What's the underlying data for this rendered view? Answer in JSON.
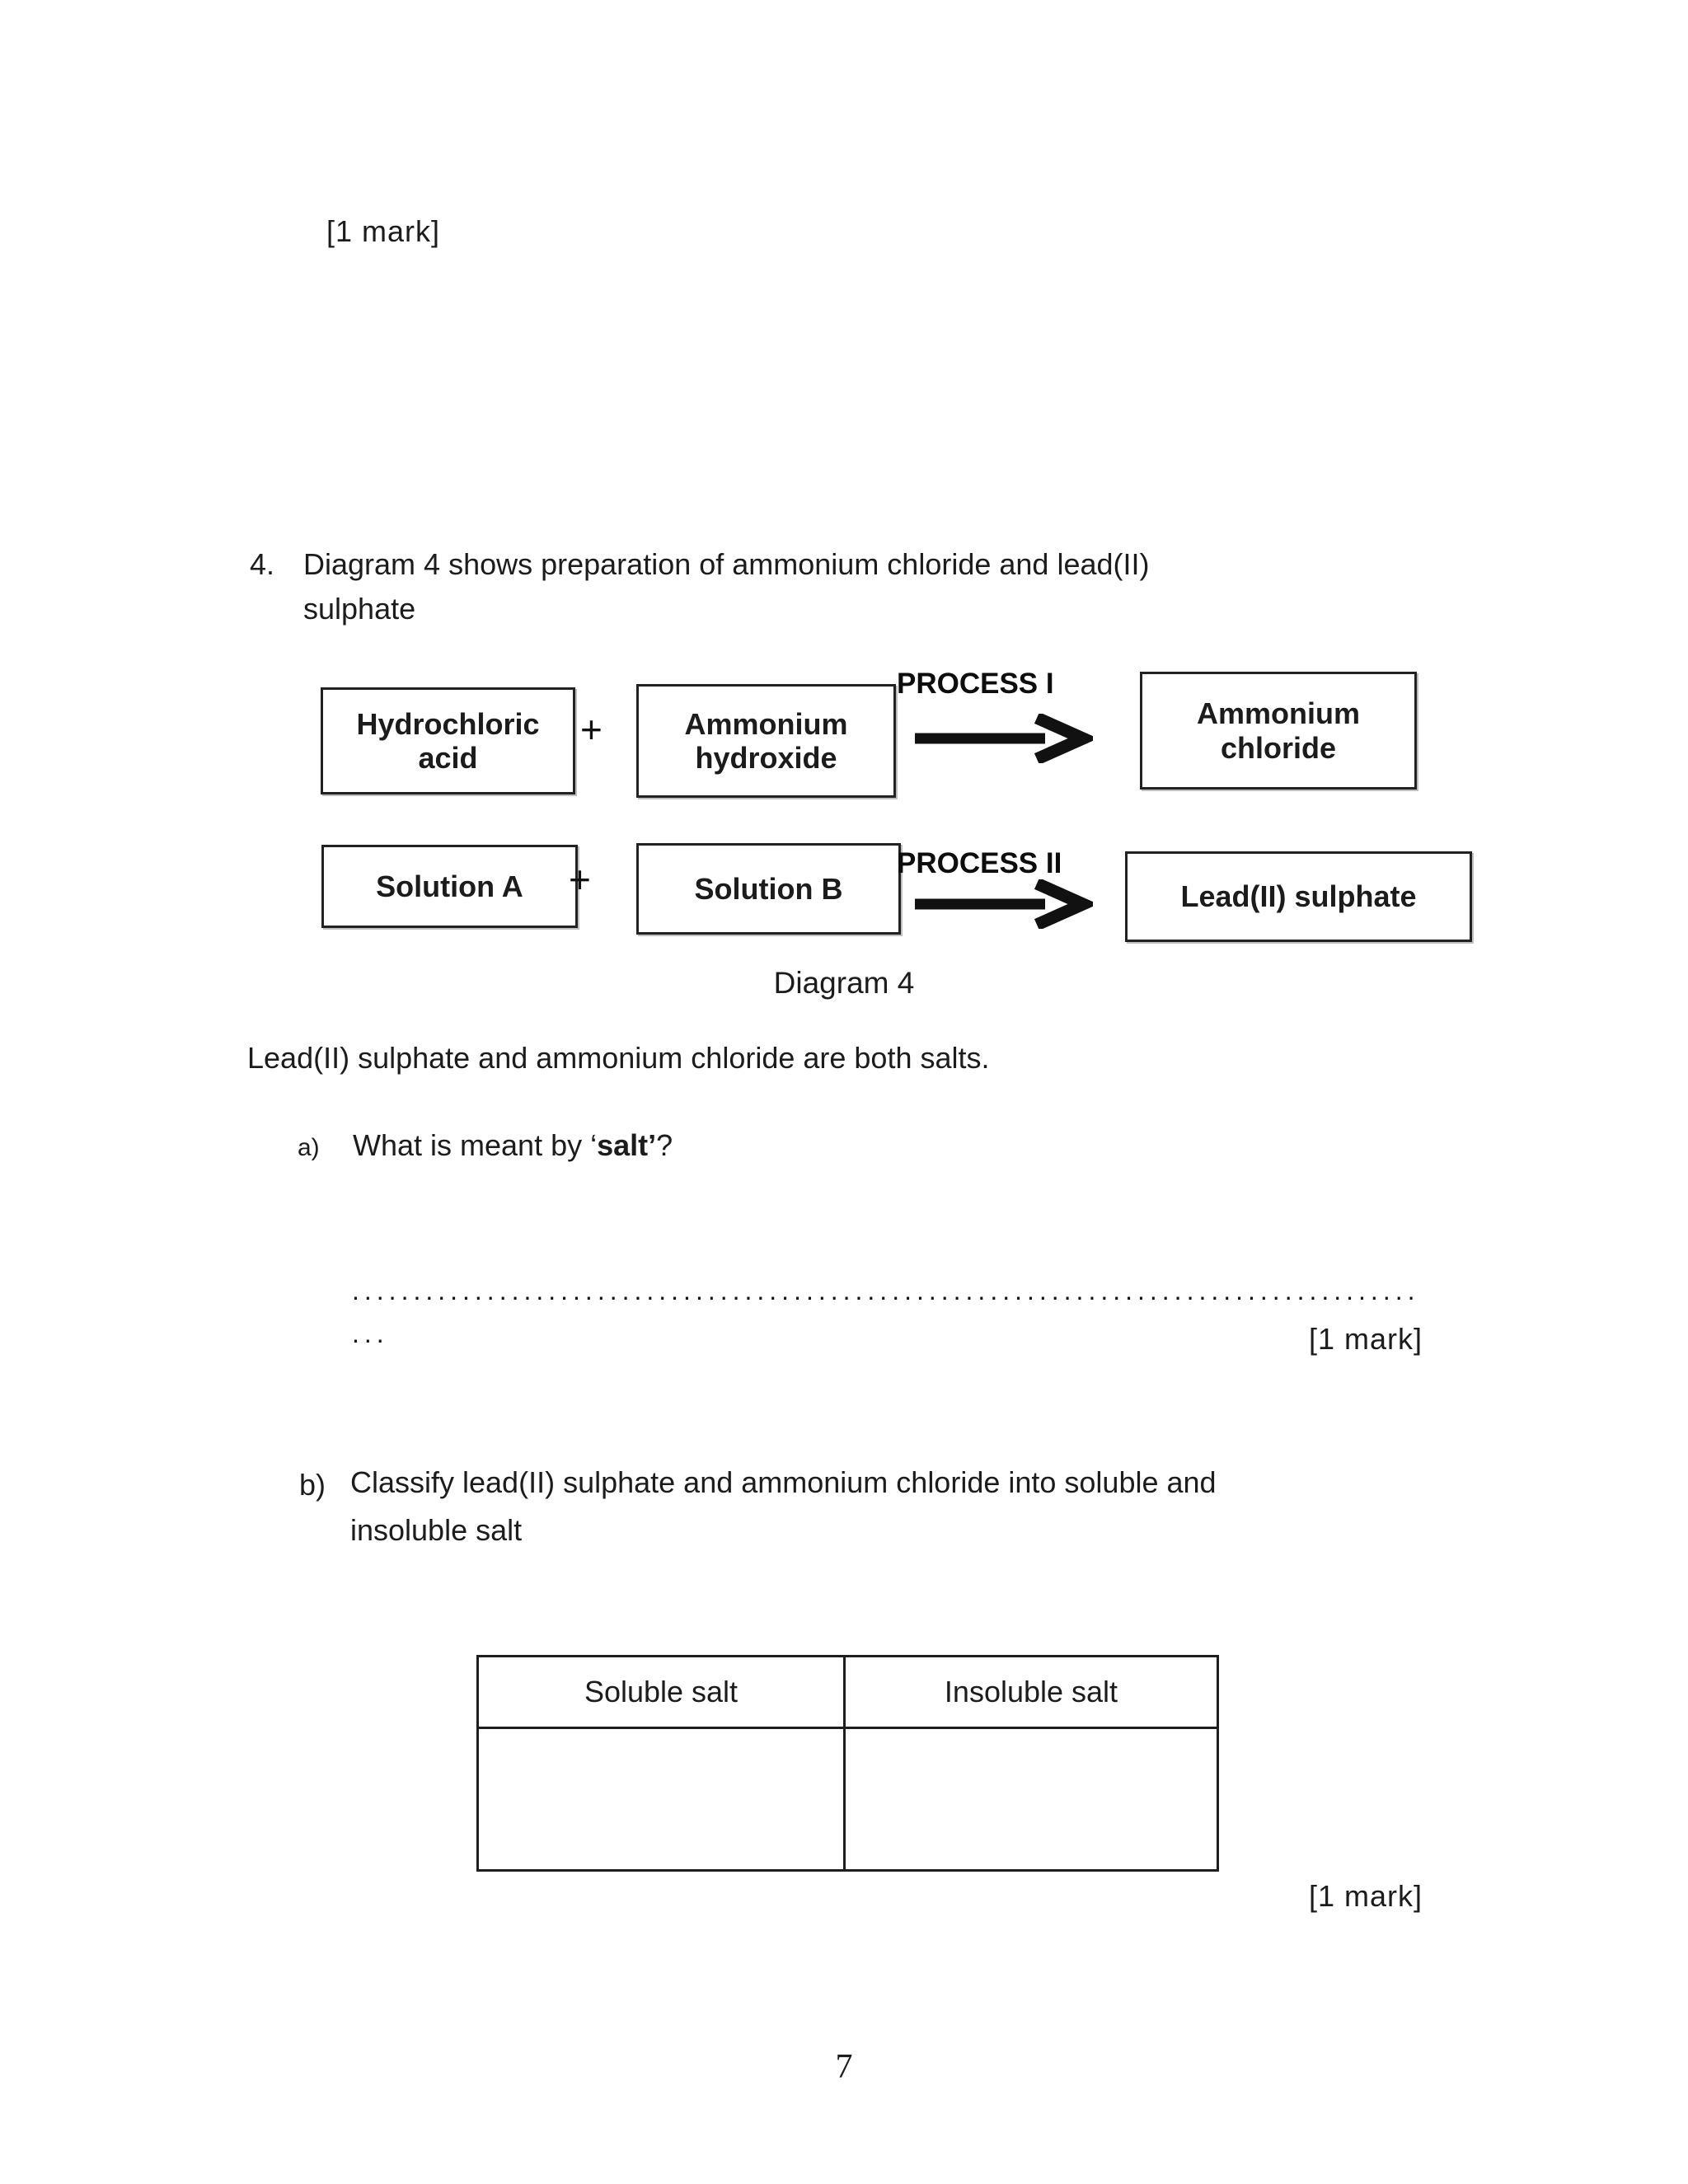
{
  "marks": {
    "top": "[1 mark]",
    "part_a": "[1 mark]",
    "part_b": "[1 mark]"
  },
  "question": {
    "number": "4.",
    "lines": [
      "Diagram 4 shows preparation of ammonium chloride and lead(II)",
      "sulphate"
    ]
  },
  "diagram": {
    "caption": "Diagram 4",
    "plus": "+",
    "row1": {
      "reactant1": "Hydrochloric acid",
      "reactant2": "Ammonium hydroxide",
      "process": "PROCESS I",
      "product": "Ammonium chloride"
    },
    "row2": {
      "reactant1": "Solution A",
      "reactant2": "Solution B",
      "process": "PROCESS II",
      "product": "Lead(II) sulphate"
    }
  },
  "statement": "Lead(II) sulphate and ammonium chloride are both salts.",
  "part_a": {
    "label": "a)",
    "question_prefix": "What is meant by ‘",
    "question_term": "salt’",
    "question_suffix": "?",
    "answer_dots": "..............................................................................................................",
    "answer_dots_tail": "..."
  },
  "part_b": {
    "label": "b)",
    "lines": [
      "Classify lead(II) sulphate and ammonium chloride into soluble and",
      "insoluble salt"
    ],
    "table": {
      "headers": [
        "Soluble salt",
        "Insoluble salt"
      ]
    }
  },
  "page_number": "7"
}
